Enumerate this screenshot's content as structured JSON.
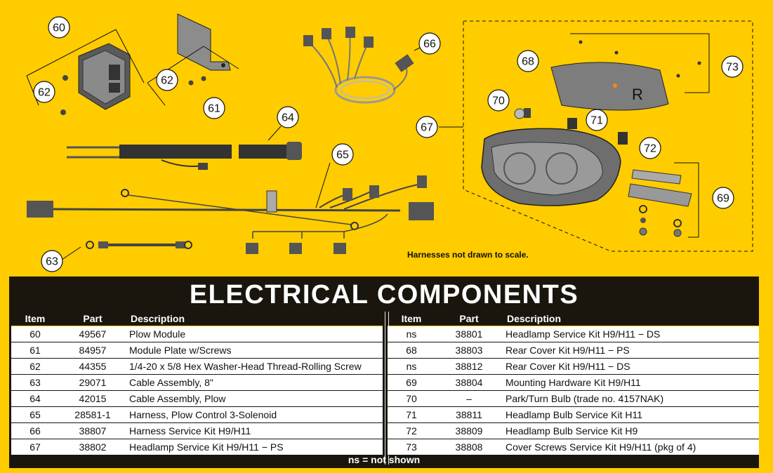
{
  "callouts": [
    {
      "label": "60"
    },
    {
      "label": "61"
    },
    {
      "label": "62"
    },
    {
      "label": "62"
    },
    {
      "label": "63"
    },
    {
      "label": "64"
    },
    {
      "label": "65"
    },
    {
      "label": "66"
    },
    {
      "label": "67"
    },
    {
      "label": "68"
    },
    {
      "label": "69"
    },
    {
      "label": "70"
    },
    {
      "label": "71"
    },
    {
      "label": "72"
    },
    {
      "label": "73"
    }
  ],
  "diagram": {
    "note": "Harnesses not drawn to scale.",
    "lamp_marking": "R"
  },
  "table": {
    "title": "ELECTRICAL COMPONENTS",
    "headers": {
      "item": "Item",
      "part": "Part",
      "description": "Description"
    },
    "left_rows": [
      {
        "item": "60",
        "part": "49567",
        "description": "Plow Module"
      },
      {
        "item": "61",
        "part": "84957",
        "description": "Module Plate w/Screws"
      },
      {
        "item": "62",
        "part": "44355",
        "description": "1/4-20 x 5/8 Hex Washer-Head Thread-Rolling Screw"
      },
      {
        "item": "63",
        "part": "29071",
        "description": "Cable Assembly, 8\""
      },
      {
        "item": "64",
        "part": "42015",
        "description": "Cable Assembly, Plow"
      },
      {
        "item": "65",
        "part": "28581-1",
        "description": "Harness, Plow Control 3-Solenoid"
      },
      {
        "item": "66",
        "part": "38807",
        "description": "Harness Service Kit H9/H11"
      },
      {
        "item": "67",
        "part": "38802",
        "description": "Headlamp Service Kit H9/H11 − PS"
      }
    ],
    "right_rows": [
      {
        "item": "ns",
        "part": "38801",
        "description": "Headlamp Service Kit H9/H11 − DS"
      },
      {
        "item": "68",
        "part": "38803",
        "description": "Rear Cover Kit H9/H11 − PS"
      },
      {
        "item": "ns",
        "part": "38812",
        "description": "Rear Cover Kit H9/H11 − DS"
      },
      {
        "item": "69",
        "part": "38804",
        "description": "Mounting Hardware Kit H9/H11"
      },
      {
        "item": "70",
        "part": "–",
        "description": "Park/Turn Bulb (trade no. 4157NAK)"
      },
      {
        "item": "71",
        "part": "38811",
        "description": "Headlamp Bulb Service Kit H11"
      },
      {
        "item": "72",
        "part": "38809",
        "description": "Headlamp Bulb Service Kit H9"
      },
      {
        "item": "73",
        "part": "38808",
        "description": "Cover Screws Service Kit H9/H11 (pkg of 4)"
      }
    ],
    "footer": "ns = not shown"
  }
}
